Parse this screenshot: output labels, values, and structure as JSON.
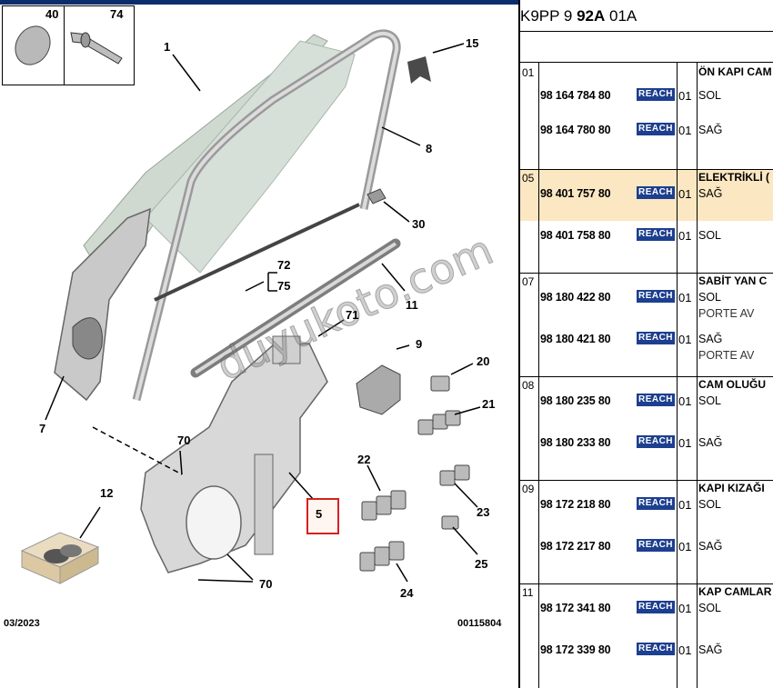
{
  "diagram": {
    "inset_labels": [
      "40",
      "74"
    ],
    "callouts": {
      "c1": "1",
      "c15": "15",
      "c8": "8",
      "c30": "30",
      "c72": "72",
      "c75": "75",
      "c11": "11",
      "c71": "71",
      "c9": "9",
      "c20": "20",
      "c21": "21",
      "c7": "7",
      "c70a": "70",
      "c12": "12",
      "c22": "22",
      "c23": "23",
      "c5": "5",
      "c25": "25",
      "c70b": "70",
      "c24": "24"
    },
    "date_code": "03/2023",
    "ref_code": "00115804",
    "watermark": "duyukoto.com"
  },
  "parts_panel": {
    "header_prefix": "K9PP 9 ",
    "header_bold": "92A",
    "header_suffix": " 01A",
    "badge": "REACH",
    "groups": [
      {
        "no": "01",
        "title": "ÖN KAPI CAM",
        "highlight": false,
        "rows": [
          {
            "pn": "98 164 784 80",
            "qty": "01",
            "side": "SOL",
            "note": ""
          },
          {
            "pn": "98 164 780 80",
            "qty": "01",
            "side": "SAĞ",
            "note": ""
          }
        ]
      },
      {
        "no": "05",
        "title": "ELEKTRİKLİ (",
        "highlight": true,
        "rows": [
          {
            "pn": "98 401 757 80",
            "qty": "01",
            "side": "SAĞ",
            "note": ""
          },
          {
            "pn": "98 401 758 80",
            "qty": "01",
            "side": "SOL",
            "note": ""
          }
        ]
      },
      {
        "no": "07",
        "title": "SABİT YAN C",
        "highlight": false,
        "rows": [
          {
            "pn": "98 180 422 80",
            "qty": "01",
            "side": "SOL",
            "note": "PORTE AV"
          },
          {
            "pn": "98 180 421 80",
            "qty": "01",
            "side": "SAĞ",
            "note": "PORTE AV"
          }
        ]
      },
      {
        "no": "08",
        "title": "CAM OLUĞU",
        "highlight": false,
        "rows": [
          {
            "pn": "98 180 235 80",
            "qty": "01",
            "side": "SOL",
            "note": ""
          },
          {
            "pn": "98 180 233 80",
            "qty": "01",
            "side": "SAĞ",
            "note": ""
          }
        ]
      },
      {
        "no": "09",
        "title": "KAPI KIZAĞI",
        "highlight": false,
        "rows": [
          {
            "pn": "98 172 218 80",
            "qty": "01",
            "side": "SOL",
            "note": ""
          },
          {
            "pn": "98 172 217 80",
            "qty": "01",
            "side": "SAĞ",
            "note": ""
          }
        ]
      },
      {
        "no": "11",
        "title": "KAP CAMLAR",
        "highlight": false,
        "rows": [
          {
            "pn": "98 172 341 80",
            "qty": "01",
            "side": "SOL",
            "note": ""
          },
          {
            "pn": "98 172 339 80",
            "qty": "01",
            "side": "SAĞ",
            "note": ""
          }
        ]
      }
    ]
  }
}
